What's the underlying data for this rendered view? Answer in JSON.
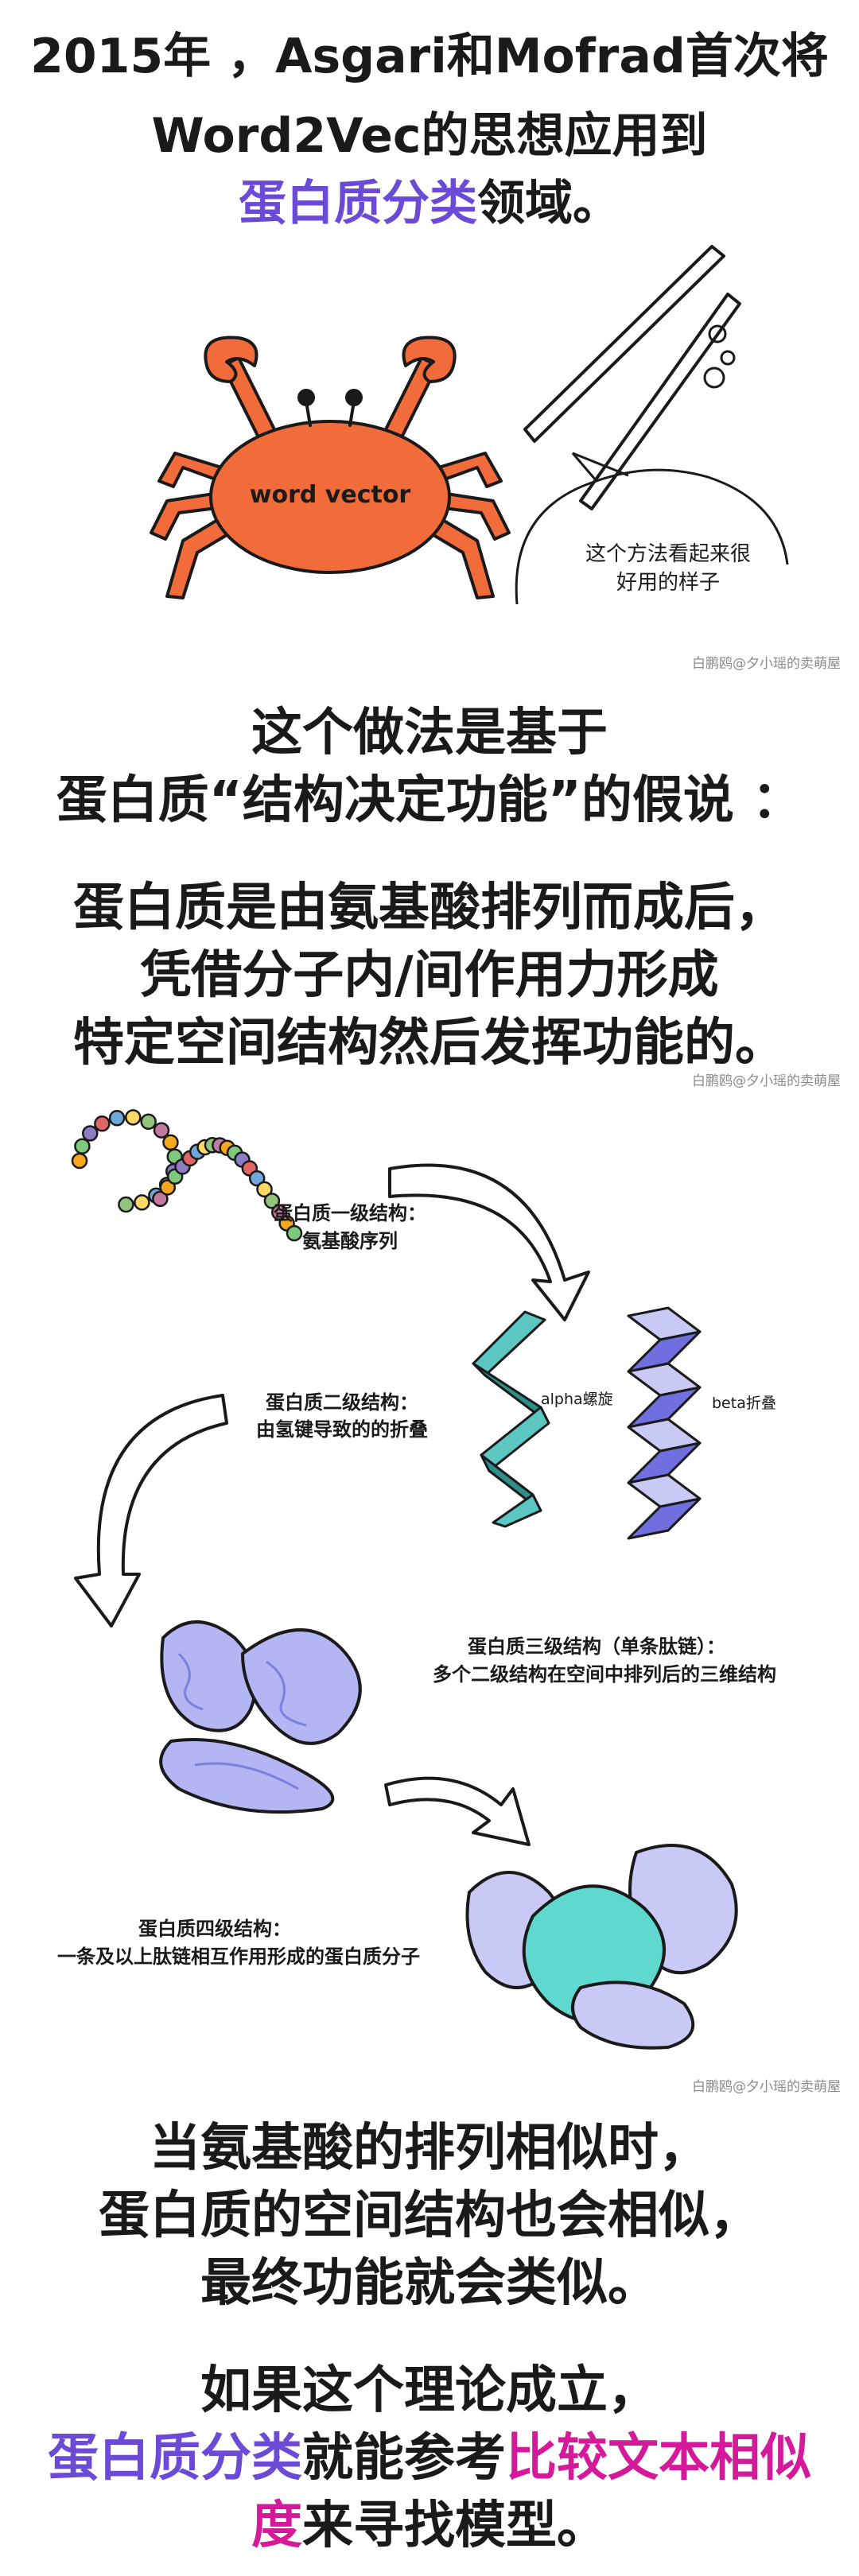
{
  "intro": {
    "line1": "2015年 ，Asgari和Mofrad首次将",
    "line2": "Word2Vec的思想应用到",
    "line3_highlight": "蛋白质分类",
    "line3_rest": "领域。"
  },
  "crab": {
    "label": "word vector"
  },
  "bubble": {
    "line1": "这个方法看起来很",
    "line2": "好用的样子"
  },
  "watermark": "白鹏鸥@夕小瑶的卖萌屋",
  "hypothesis": {
    "line1": "这个做法是基于",
    "line2": "蛋白质“结构决定功能”的假说 ："
  },
  "definition": {
    "line1": "蛋白质是由氨基酸排列而成后，",
    "line2": "凭借分子内/间作用力形成",
    "line3": "特定空间结构然后发挥功能的。"
  },
  "structures": {
    "primary_title": "蛋白质一级结构：",
    "primary_desc": "氨基酸序列",
    "secondary_title": "蛋白质二级结构：",
    "secondary_desc": "由氢键导致的的折叠",
    "alpha_label": "alpha螺旋",
    "beta_label": "beta折叠",
    "tertiary_title": "蛋白质三级结构（单条肽链）：",
    "tertiary_desc": "多个二级结构在空间中排列后的三维结构",
    "quaternary_title": "蛋白质四级结构：",
    "quaternary_desc": "一条及以上肽链相互作用形成的蛋白质分子"
  },
  "conclusion": {
    "line1": "当氨基酸的排列相似时，",
    "line2": "蛋白质的空间结构也会相似，",
    "line3": "最终功能就会类似。"
  },
  "final": {
    "line1": "如果这个理论成立，",
    "line2_a": "蛋白质分类",
    "line2_b": "就能参考",
    "line2_c": "比较文本相似",
    "line3_a": "度",
    "line3_b": "来寻找模型。"
  },
  "colors": {
    "purple": "#6b4bd6",
    "magenta": "#d4199a",
    "crab": "#f26b3a",
    "teal": "#5cc6c0",
    "lavender": "#9aa0f0"
  }
}
